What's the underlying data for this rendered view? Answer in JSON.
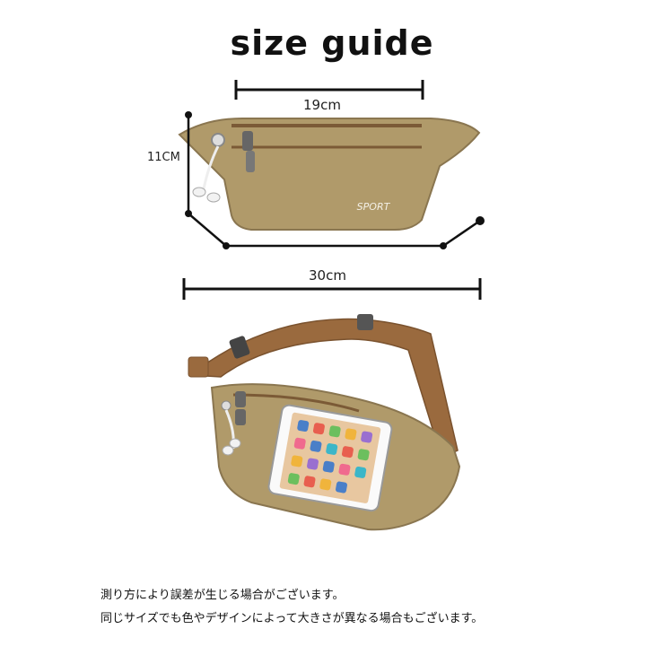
{
  "title": "size guide",
  "dimensions": {
    "width_top": "19cm",
    "width_bottom": "30cm",
    "height": "11CM"
  },
  "product": {
    "label": "SPORT"
  },
  "notes": [
    "測り方により誤差が生じる場合がございます。",
    "同じサイズでも色やデザインによって大きさが異なる場合もございます。"
  ],
  "colors": {
    "canvas": "#b09a6a",
    "canvas_dark": "#8a7650",
    "strap": "#9a6a3e",
    "zipper": "#7b5a36"
  }
}
